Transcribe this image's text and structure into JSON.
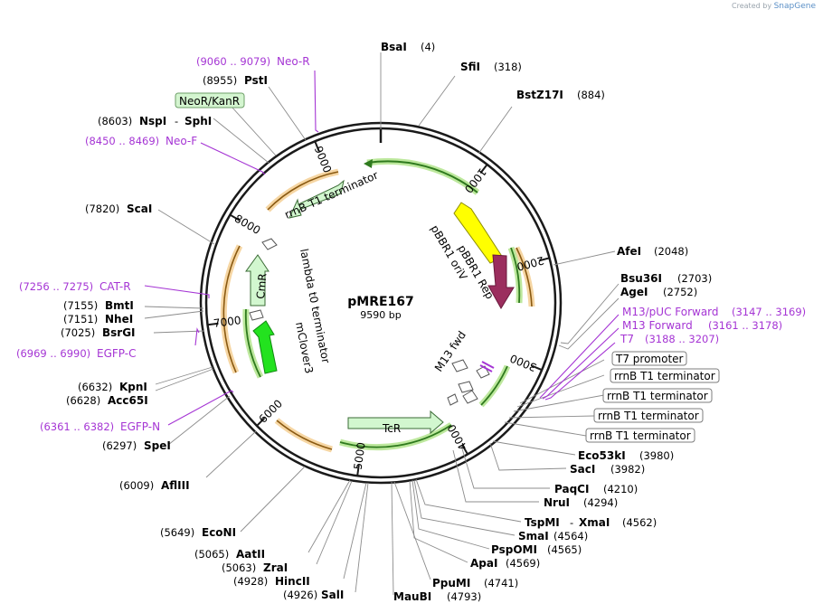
{
  "watermark": {
    "prefix": "Created by",
    "brand": "SnapGene"
  },
  "plasmid": {
    "name": "pMRE167",
    "size": "9590 bp"
  },
  "ticks": [
    "1000",
    "2000",
    "3000",
    "4000",
    "5000",
    "6000",
    "7000",
    "8000",
    "9000"
  ],
  "sites": {
    "bsai": {
      "name": "BsaI",
      "pos": "(4)"
    },
    "sfii": {
      "name": "SfiI",
      "pos": "(318)"
    },
    "bstz17i": {
      "name": "BstZ17I",
      "pos": "(884)"
    },
    "afei": {
      "name": "AfeI",
      "pos": "(2048)"
    },
    "bsu36i": {
      "name": "Bsu36I",
      "pos": "(2703)"
    },
    "agei": {
      "name": "AgeI",
      "pos": "(2752)"
    },
    "eco53ki": {
      "name": "Eco53kI",
      "pos": "(3980)"
    },
    "saci": {
      "name": "SacI",
      "pos": "(3982)"
    },
    "paqci": {
      "name": "PaqCI",
      "pos": "(4210)"
    },
    "nrui": {
      "name": "NruI",
      "pos": "(4294)"
    },
    "tspmi": {
      "name": "TspMI",
      "sep": "-",
      "name2": "XmaI",
      "pos": "(4562)"
    },
    "smai": {
      "name": "SmaI",
      "pos": "(4564)"
    },
    "pspomi": {
      "name": "PspOMI",
      "pos": "(4565)"
    },
    "apai": {
      "name": "ApaI",
      "pos": "(4569)"
    },
    "ppumi": {
      "name": "PpuMI",
      "pos": "(4741)"
    },
    "maubi": {
      "name": "MauBI",
      "pos": "(4793)"
    },
    "sali": {
      "name": "SalI",
      "pos": "(4926)"
    },
    "hincii": {
      "name": "HincII",
      "pos": "(4928)"
    },
    "zrai": {
      "name": "ZraI",
      "pos": "(5063)"
    },
    "aatii": {
      "name": "AatII",
      "pos": "(5065)"
    },
    "econi": {
      "name": "EcoNI",
      "pos": "(5649)"
    },
    "afliii": {
      "name": "AflIII",
      "pos": "(6009)"
    },
    "spei": {
      "name": "SpeI",
      "pos": "(6297)"
    },
    "acc65i": {
      "name": "Acc65I",
      "pos": "(6628)"
    },
    "kpni": {
      "name": "KpnI",
      "pos": "(6632)"
    },
    "bsrgi": {
      "name": "BsrGI",
      "pos": "(7025)"
    },
    "nhei": {
      "name": "NheI",
      "pos": "(7151)"
    },
    "bmti": {
      "name": "BmtI",
      "pos": "(7155)"
    },
    "scai": {
      "name": "ScaI",
      "pos": "(7820)"
    },
    "nspi": {
      "name": "NspI",
      "sep": "-",
      "name2": "SphI",
      "pos": "(8603)"
    },
    "psti": {
      "name": "PstI",
      "pos": "(8955)"
    }
  },
  "primers": {
    "neor": {
      "range": "(9060 .. 9079)",
      "name": "Neo-R"
    },
    "neof": {
      "range": "(8450 .. 8469)",
      "name": "Neo-F"
    },
    "catr": {
      "range": "(7256 .. 7275)",
      "name": "CAT-R"
    },
    "egfpc": {
      "range": "(6969 .. 6990)",
      "name": "EGFP-C"
    },
    "egfpn": {
      "range": "(6361 .. 6382)",
      "name": "EGFP-N"
    },
    "m13puc": {
      "name": "M13/pUC Forward",
      "range": "(3147 .. 3169)"
    },
    "m13fwd": {
      "name": "M13 Forward",
      "range": "(3161 .. 3178)"
    },
    "t7": {
      "name": "T7",
      "range": "(3188 .. 3207)"
    }
  },
  "boxed_features": {
    "neokan": "NeoR/KanR",
    "t7promoter": "T7 promoter",
    "rrnb1": "rrnB T1 terminator",
    "rrnb2": "rrnB T1 terminator",
    "rrnb3": "rrnB T1 terminator",
    "rrnb4": "rrnB T1 terminator"
  },
  "features": {
    "rrnb_inner": "rrnB T1 terminator",
    "lambda_t0": "lambda t0 terminator",
    "cmr": "CmR",
    "mclover3": "mClover3",
    "pbbr1_oriv": "pBBR1 oriV",
    "pbbr1_rep": "pBBR1 Rep",
    "m13_fwd": "M13 fwd",
    "tcr": "TcR"
  },
  "colors": {
    "neor_kanr_box": "#d4f5d0",
    "primer": "#a535d4",
    "orf_arrow": "#2f7a1e",
    "primer_bind": "#f2a33a",
    "promoter_green": "#23e21f",
    "rep_arrow": "#9b2e5e",
    "oriv": "#ffff00",
    "marker_fill": "#d2f7cf"
  }
}
